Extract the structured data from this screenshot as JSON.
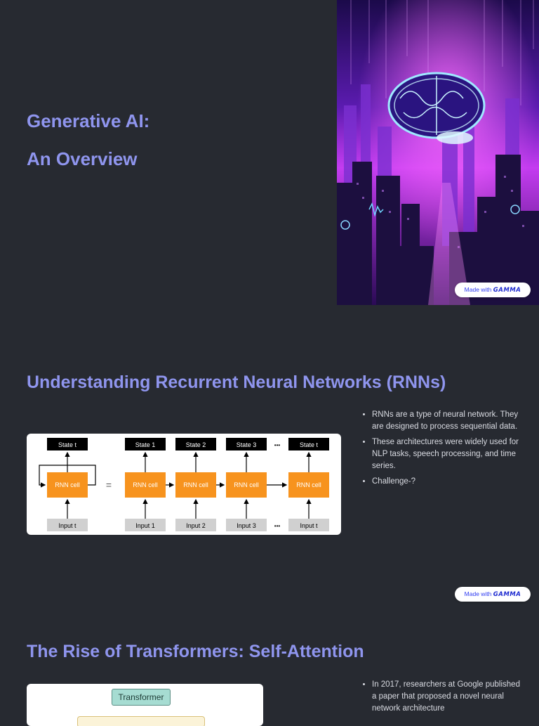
{
  "slide1": {
    "title_line1": "Generative AI:",
    "title_line2": "An Overview",
    "badge": {
      "prefix": "Made with",
      "brand": "GAMMA"
    }
  },
  "slide2": {
    "heading": "Understanding Recurrent Neural Networks (RNNs)",
    "bullets": [
      "RNNs are a type of neural network. They are designed to process sequential data.",
      "These architectures were widely used for NLP tasks, speech processing, and time series.",
      "Challenge-?"
    ],
    "diagram": {
      "rolled": {
        "state": "State t",
        "cell": "RNN cell",
        "input": "Input t"
      },
      "equals": "=",
      "unrolled": [
        {
          "state": "State 1",
          "cell": "RNN cell",
          "input": "Input 1"
        },
        {
          "state": "State 2",
          "cell": "RNN cell",
          "input": "Input 2"
        },
        {
          "state": "State 3",
          "cell": "RNN cell",
          "input": "Input 3"
        },
        {
          "state": "State t",
          "cell": "RNN cell",
          "input": "Input t"
        }
      ],
      "ellipsis": "•••"
    },
    "badge": {
      "prefix": "Made with",
      "brand": "GAMMA"
    }
  },
  "slide3": {
    "heading": "The Rise of Transformers: Self-Attention",
    "diagram_label": "Transformer",
    "bullets": [
      "In 2017, researchers at Google published a paper that proposed a novel neural network architecture"
    ]
  },
  "colors": {
    "background": "#272a31",
    "heading": "#8f95ee",
    "rnn_cell": "#f7931e",
    "state_box": "#000000",
    "input_box": "#d0d0d0",
    "badge_brand": "#2d3af1"
  }
}
